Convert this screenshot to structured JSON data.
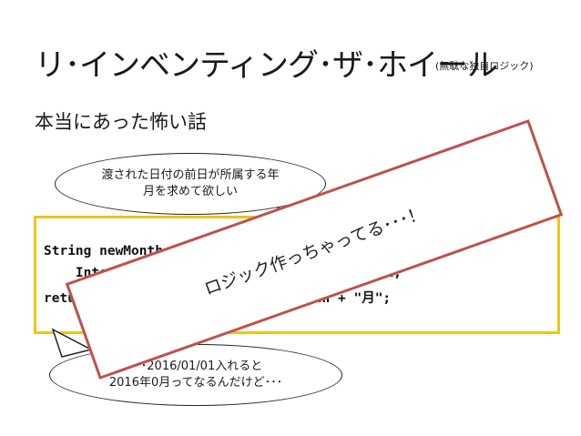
{
  "slide": {
    "title": "リ･インベンティング･ザ･ホイール",
    "subtitle": "(無駄な独自ロジック)",
    "heading": "本当にあった怖い話"
  },
  "bubble_top": {
    "line1": "渡された日付の前日が所属する年",
    "line2": "月を求めて欲しい"
  },
  "code": {
    "line1": "String newMonth =",
    "line2": "    Integer.parseInt(str.substring(3,5)) - 1;",
    "line3": "return str.substring(0,2) + newMonth + \"月\";"
  },
  "overlay": {
    "text": "ロジック作っちゃってる･･･！"
  },
  "bubble_bottom": {
    "line1": "･･･2016/01/01入れると",
    "line2": "2016年0月ってなるんだけど･･･"
  },
  "colors": {
    "code_border": "#f0c419",
    "overlay_border": "#c0504d"
  }
}
